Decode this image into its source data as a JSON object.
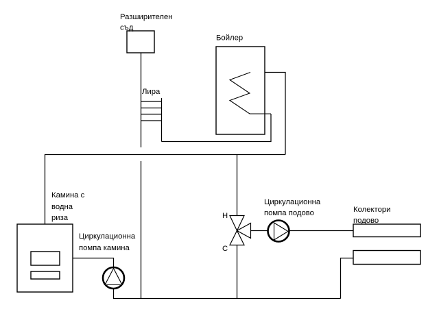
{
  "components": {
    "expansion_vessel": {
      "label_lines": [
        "Разширителен",
        "съд"
      ]
    },
    "boiler": {
      "label": "Бойлер"
    },
    "lira": {
      "label": "Лира"
    },
    "fireplace": {
      "label_lines": [
        "Камина с",
        "водна",
        "риза"
      ]
    },
    "fireplace_pump": {
      "label_lines": [
        "Циркулационна",
        "помпа камина"
      ]
    },
    "floor_pump": {
      "label_lines": [
        "Циркулационна",
        "помпа подово"
      ]
    },
    "mixing_valve": {
      "top_port_label": "Н",
      "bottom_port_label": "С"
    },
    "floor_collectors": {
      "label_lines": [
        "Колектори",
        "подово"
      ]
    }
  },
  "colors": {
    "line": "#000000",
    "text": "#000000",
    "background": "#ffffff"
  }
}
